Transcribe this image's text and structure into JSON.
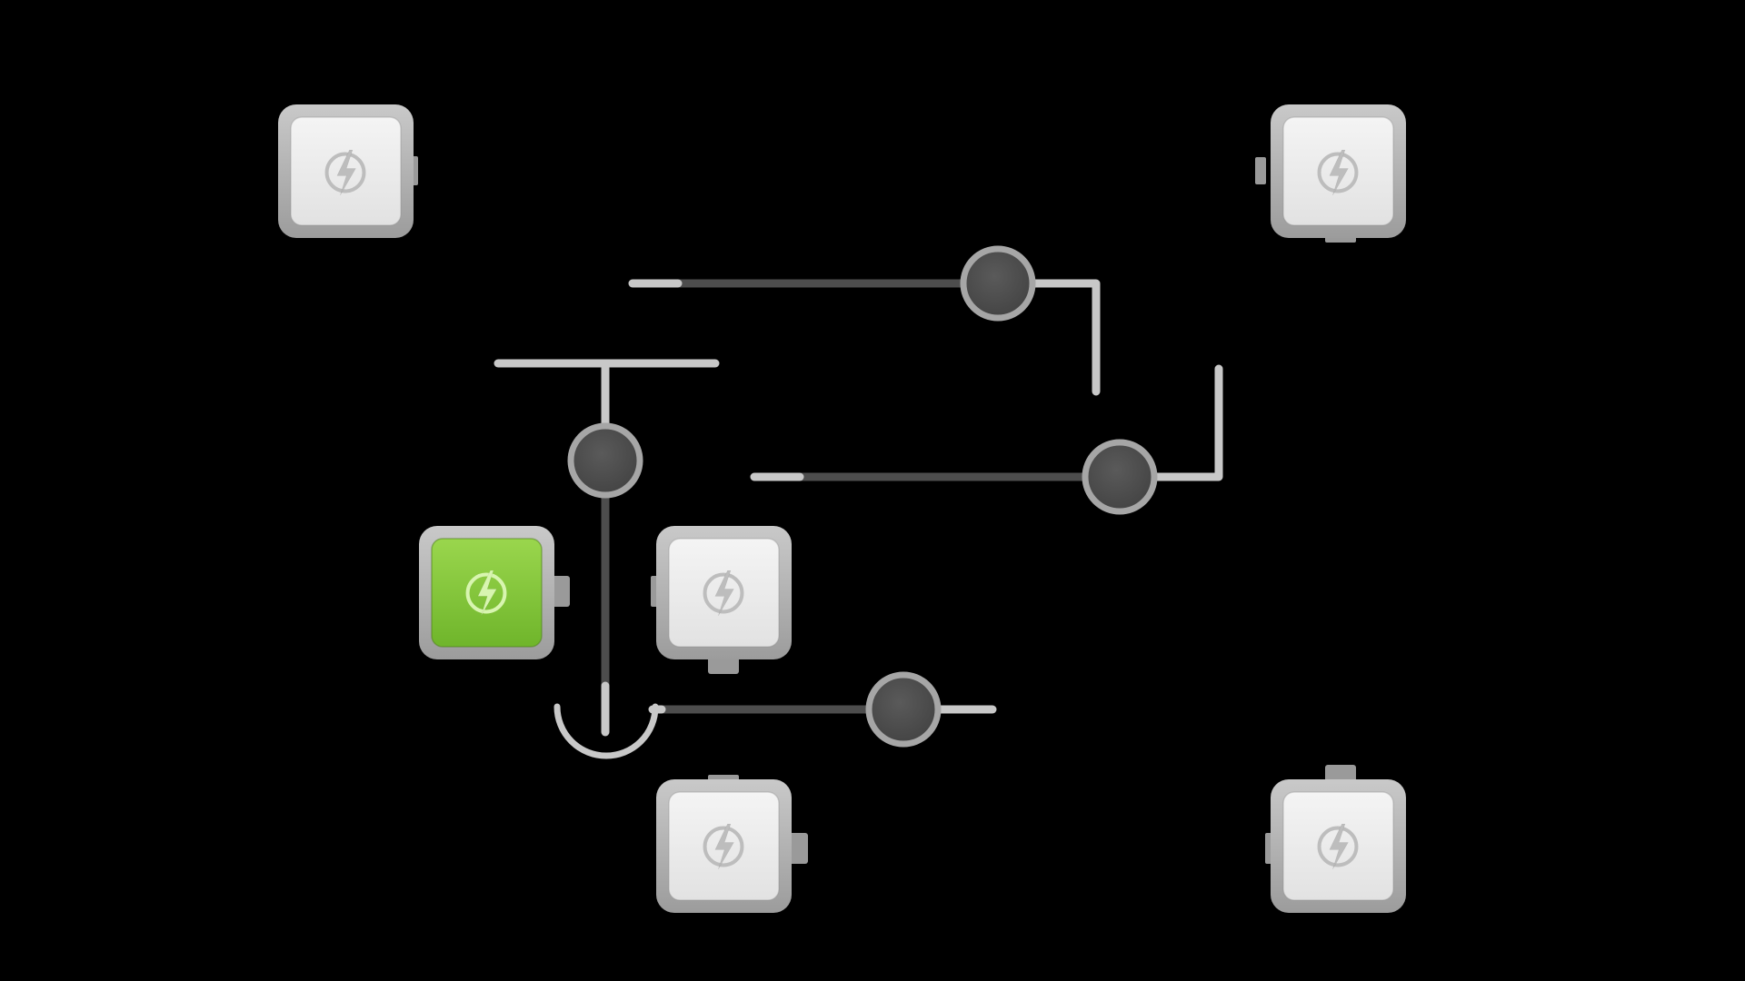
{
  "game": {
    "title": "",
    "colors": {
      "background": "#000000",
      "module_body": "#ebebeb",
      "module_frame": "#a9a9a9",
      "module_frame_light": "#c4c4c4",
      "powered": "#7fc33a",
      "powered_light": "#9ad64d",
      "powered_icon": "#d8f5b0",
      "wire_live": "#c8c8c8",
      "wire_dead": "#4d4d4d",
      "rotor_fill": "#4f4f4f",
      "rotor_ring": "#a6a6a6",
      "icon_gray": "#bdbdbd"
    },
    "modules": [
      {
        "id": "module-top-left",
        "powered": false,
        "icon": "lightning-bolt-icon"
      },
      {
        "id": "module-top-right",
        "powered": false,
        "icon": "lightning-bolt-icon"
      },
      {
        "id": "module-source",
        "powered": true,
        "icon": "lightning-bolt-icon"
      },
      {
        "id": "module-middle",
        "powered": false,
        "icon": "lightning-bolt-icon"
      },
      {
        "id": "module-bottom-middle",
        "powered": false,
        "icon": "lightning-bolt-icon"
      },
      {
        "id": "module-bottom-right",
        "powered": false,
        "icon": "lightning-bolt-icon"
      }
    ],
    "rotors": [
      {
        "id": "rotor-top",
        "icon": "rotor-knob-icon"
      },
      {
        "id": "rotor-left",
        "icon": "rotor-knob-icon"
      },
      {
        "id": "rotor-right",
        "icon": "rotor-knob-icon"
      },
      {
        "id": "rotor-bottom",
        "icon": "rotor-knob-icon"
      }
    ]
  }
}
